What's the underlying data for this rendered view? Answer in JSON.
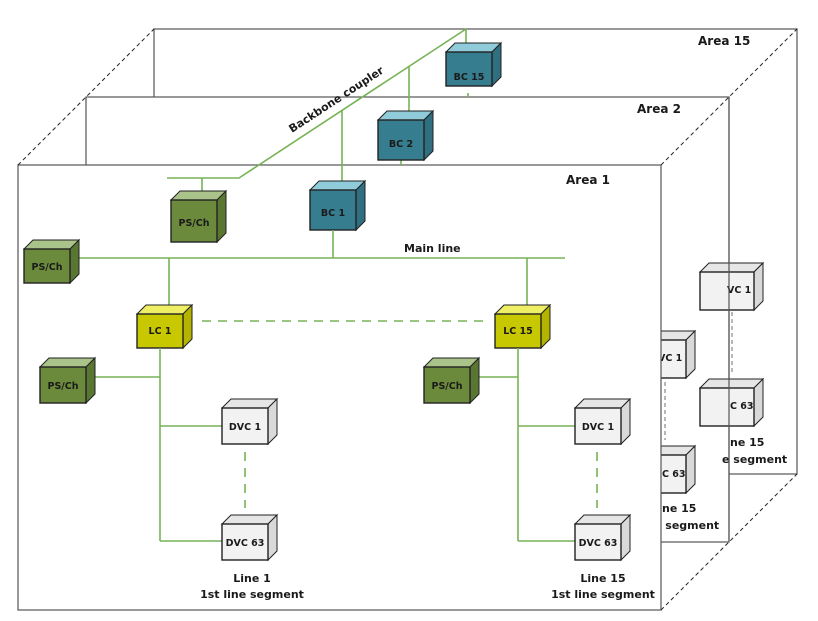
{
  "areas": [
    {
      "label": "Area 15"
    },
    {
      "label": "Area 2"
    },
    {
      "label": "Area 1"
    }
  ],
  "labels": {
    "backbone": "Backbone coupler",
    "main_line": "Main line"
  },
  "couplers": [
    {
      "label": "BC 15",
      "type": "backbone"
    },
    {
      "label": "BC 2",
      "type": "backbone"
    },
    {
      "label": "BC 1",
      "type": "backbone"
    }
  ],
  "power_supplies": [
    {
      "label": "PS/Ch"
    },
    {
      "label": "PS/Ch"
    },
    {
      "label": "PS/Ch"
    },
    {
      "label": "PS/Ch"
    }
  ],
  "line_couplers": [
    {
      "label": "LC 1"
    },
    {
      "label": "LC 15"
    }
  ],
  "devices": {
    "line1": [
      {
        "label": "DVC 1"
      },
      {
        "label": "DVC 63"
      }
    ],
    "line15": [
      {
        "label": "DVC 1"
      },
      {
        "label": "DVC 63"
      }
    ],
    "area2_line15": [
      {
        "label": "VC 1"
      },
      {
        "label": "C 63"
      }
    ],
    "area15_line15": [
      {
        "label": "VC 1"
      },
      {
        "label": "C 63"
      }
    ]
  },
  "captions": {
    "line1_title": "Line 1",
    "line1_sub": "1st line segment",
    "line15_title": "Line 15",
    "line15_sub": "1st line segment",
    "area2_line_title": "ne 15",
    "area2_line_sub": "e segment",
    "area15_line_title": "ne 15",
    "area15_line_sub": "e segment"
  },
  "colors": {
    "backbone_coupler": "#367d8f",
    "power_supply": "#6b8a3c",
    "line_coupler": "#c8c800",
    "device": "#f2f2f2",
    "bus": "#77b255"
  }
}
